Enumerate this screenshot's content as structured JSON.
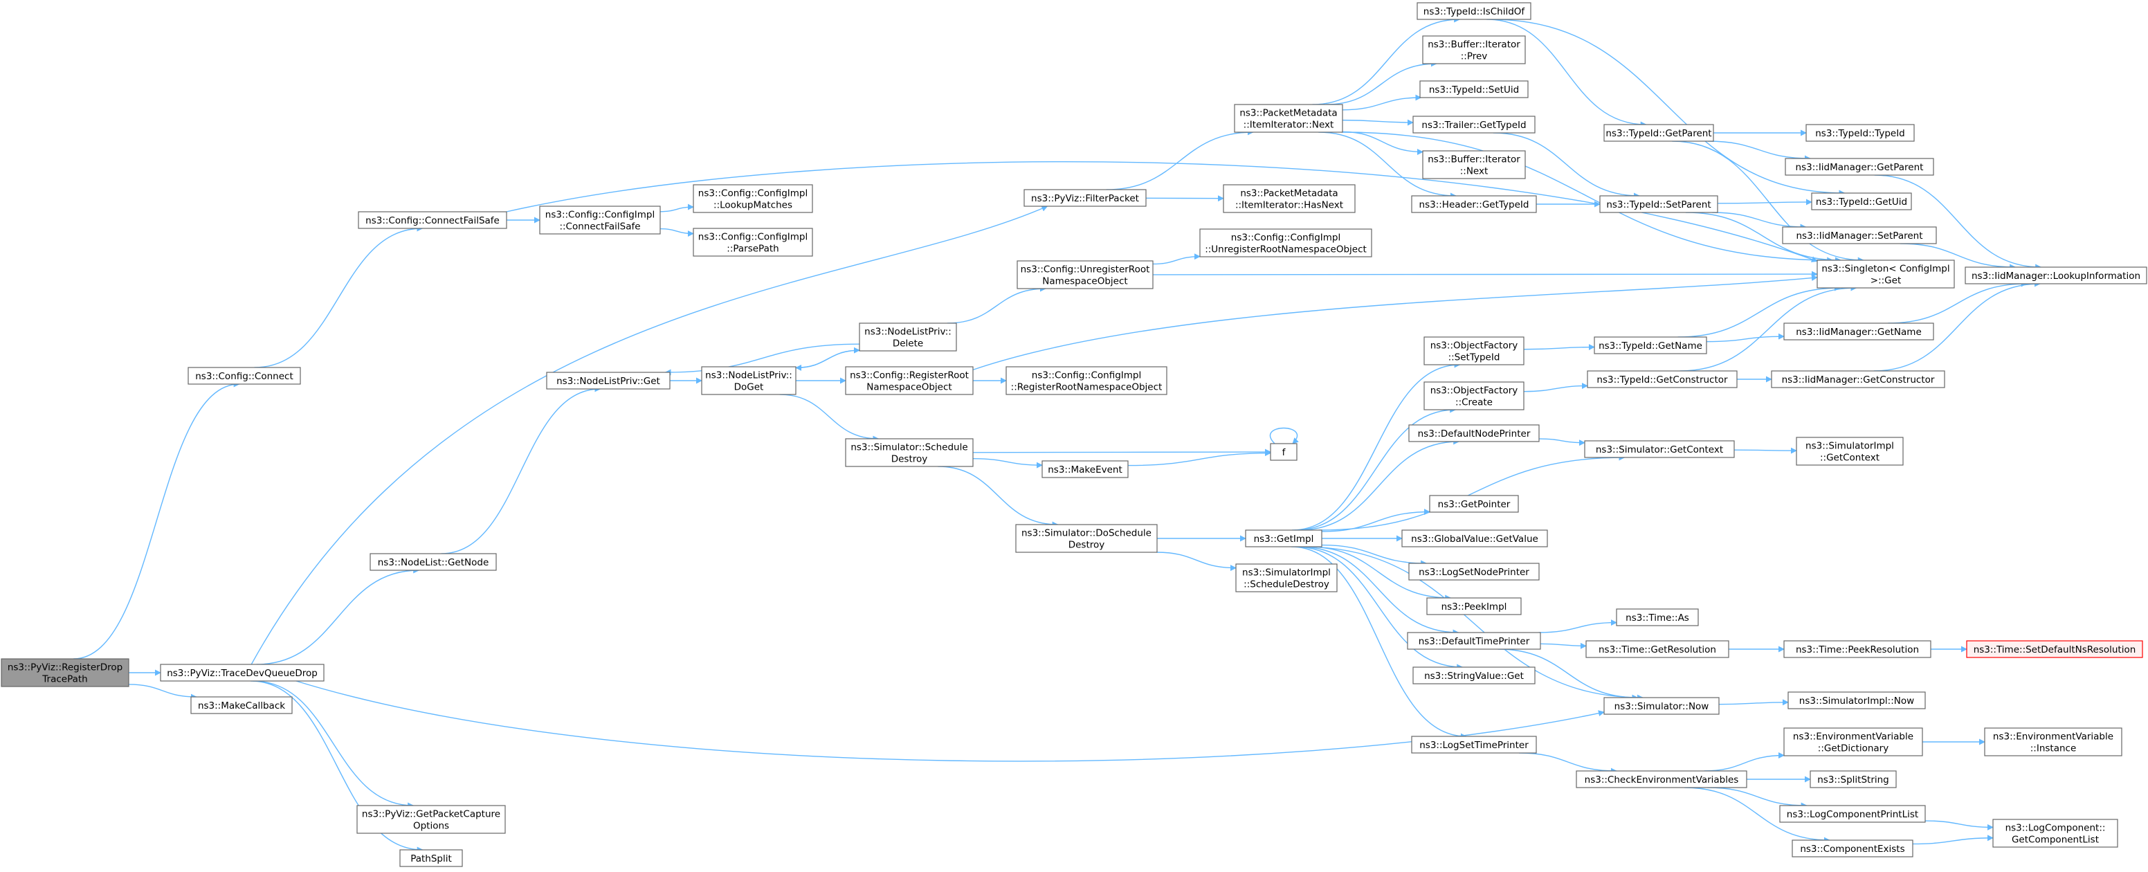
{
  "diagram": {
    "colors": {
      "node_fill": "#ffffff",
      "node_stroke": "#666666",
      "root_fill": "#999999",
      "root_stroke": "#666666",
      "alert_stroke": "#ff0000",
      "alert_fill": "#fff0f0",
      "edge": "#63b8ff"
    },
    "nodes": [
      {
        "id": "registerdrop",
        "lines": [
          "ns3::PyViz::RegisterDrop",
          "TracePath"
        ],
        "root": true
      },
      {
        "id": "config_connect",
        "lines": [
          "ns3::Config::Connect"
        ]
      },
      {
        "id": "connectfailsafe",
        "lines": [
          "ns3::Config::ConnectFailSafe"
        ]
      },
      {
        "id": "impl_connectfailsafe",
        "lines": [
          "ns3::Config::ConfigImpl",
          "::ConnectFailSafe"
        ]
      },
      {
        "id": "impl_lookupmatches",
        "lines": [
          "ns3::Config::ConfigImpl",
          "::LookupMatches"
        ]
      },
      {
        "id": "impl_parsepath",
        "lines": [
          "ns3::Config::ConfigImpl",
          "::ParsePath"
        ]
      },
      {
        "id": "tracedevqueuedrop",
        "lines": [
          "ns3::PyViz::TraceDevQueueDrop"
        ]
      },
      {
        "id": "makecallback",
        "lines": [
          "ns3::MakeCallback"
        ]
      },
      {
        "id": "nodelist_getnode",
        "lines": [
          "ns3::NodeList::GetNode"
        ]
      },
      {
        "id": "nodelistpriv_get",
        "lines": [
          "ns3::NodeListPriv::Get"
        ]
      },
      {
        "id": "nodelistpriv_doget",
        "lines": [
          "ns3::NodeListPriv::",
          "DoGet"
        ]
      },
      {
        "id": "nodelistpriv_delete",
        "lines": [
          "ns3::NodeListPriv::",
          "Delete"
        ]
      },
      {
        "id": "filterpacket",
        "lines": [
          "ns3::PyViz::FilterPacket"
        ]
      },
      {
        "id": "unregisterroot",
        "lines": [
          "ns3::Config::UnregisterRoot",
          "NamespaceObject"
        ]
      },
      {
        "id": "registerroot",
        "lines": [
          "ns3::Config::RegisterRoot",
          "NamespaceObject"
        ]
      },
      {
        "id": "impl_registerroot",
        "lines": [
          "ns3::Config::ConfigImpl",
          "::RegisterRootNamespaceObject"
        ]
      },
      {
        "id": "impl_unregisterroot",
        "lines": [
          "ns3::Config::ConfigImpl",
          "::UnregisterRootNamespaceObject"
        ]
      },
      {
        "id": "scheduledestroy",
        "lines": [
          "ns3::Simulator::Schedule",
          "Destroy"
        ]
      },
      {
        "id": "makeevent",
        "lines": [
          "ns3::MakeEvent"
        ]
      },
      {
        "id": "f",
        "lines": [
          "f"
        ]
      },
      {
        "id": "doscheduledestroy",
        "lines": [
          "ns3::Simulator::DoSchedule",
          "Destroy"
        ]
      },
      {
        "id": "getimpl",
        "lines": [
          "ns3::GetImpl"
        ]
      },
      {
        "id": "simimpl_scheduledestroy",
        "lines": [
          "ns3::SimulatorImpl",
          "::ScheduleDestroy"
        ]
      },
      {
        "id": "getpacketcapture",
        "lines": [
          "ns3::PyViz::GetPacketCapture",
          "Options"
        ]
      },
      {
        "id": "pathsplit",
        "lines": [
          "PathSplit"
        ]
      },
      {
        "id": "itemiterator_next",
        "lines": [
          "ns3::PacketMetadata",
          "::ItemIterator::Next"
        ]
      },
      {
        "id": "itemiterator_hasnext",
        "lines": [
          "ns3::PacketMetadata",
          "::ItemIterator::HasNext"
        ]
      },
      {
        "id": "typeid_ischildof",
        "lines": [
          "ns3::TypeId::IsChildOf"
        ]
      },
      {
        "id": "buffer_prev",
        "lines": [
          "ns3::Buffer::Iterator",
          "::Prev"
        ]
      },
      {
        "id": "typeid_setuid",
        "lines": [
          "ns3::TypeId::SetUid"
        ]
      },
      {
        "id": "trailer_gettypeid",
        "lines": [
          "ns3::Trailer::GetTypeId"
        ]
      },
      {
        "id": "buffer_next",
        "lines": [
          "ns3::Buffer::Iterator",
          "::Next"
        ]
      },
      {
        "id": "header_gettypeid",
        "lines": [
          "ns3::Header::GetTypeId"
        ]
      },
      {
        "id": "typeid_getparent",
        "lines": [
          "ns3::TypeId::GetParent"
        ]
      },
      {
        "id": "typeid_setparent",
        "lines": [
          "ns3::TypeId::SetParent"
        ]
      },
      {
        "id": "typeid_typeid",
        "lines": [
          "ns3::TypeId::TypeId"
        ]
      },
      {
        "id": "iid_getparent",
        "lines": [
          "ns3::IidManager::GetParent"
        ]
      },
      {
        "id": "typeid_getuid",
        "lines": [
          "ns3::TypeId::GetUid"
        ]
      },
      {
        "id": "iid_setparent",
        "lines": [
          "ns3::IidManager::SetParent"
        ]
      },
      {
        "id": "singleton_get",
        "lines": [
          "ns3::Singleton< ConfigImpl",
          " >::Get"
        ]
      },
      {
        "id": "iid_lookupinfo",
        "lines": [
          "ns3::IidManager::LookupInformation"
        ]
      },
      {
        "id": "objfactory_settypeid",
        "lines": [
          "ns3::ObjectFactory",
          "::SetTypeId"
        ]
      },
      {
        "id": "typeid_getname",
        "lines": [
          "ns3::TypeId::GetName"
        ]
      },
      {
        "id": "iid_getname",
        "lines": [
          "ns3::IidManager::GetName"
        ]
      },
      {
        "id": "objfactory_create",
        "lines": [
          "ns3::ObjectFactory",
          "::Create"
        ]
      },
      {
        "id": "typeid_getconstructor",
        "lines": [
          "ns3::TypeId::GetConstructor"
        ]
      },
      {
        "id": "iid_getconstructor",
        "lines": [
          "ns3::IidManager::GetConstructor"
        ]
      },
      {
        "id": "defaultnodeprinter",
        "lines": [
          "ns3::DefaultNodePrinter"
        ]
      },
      {
        "id": "sim_getcontext",
        "lines": [
          "ns3::Simulator::GetContext"
        ]
      },
      {
        "id": "simimpl_getcontext",
        "lines": [
          "ns3::SimulatorImpl",
          "::GetContext"
        ]
      },
      {
        "id": "getpointer",
        "lines": [
          "ns3::GetPointer"
        ]
      },
      {
        "id": "globalvalue_getvalue",
        "lines": [
          "ns3::GlobalValue::GetValue"
        ]
      },
      {
        "id": "logsetnodeprinter",
        "lines": [
          "ns3::LogSetNodePrinter"
        ]
      },
      {
        "id": "peekimpl",
        "lines": [
          "ns3::PeekImpl"
        ]
      },
      {
        "id": "defaulttimeprinter",
        "lines": [
          "ns3::DefaultTimePrinter"
        ]
      },
      {
        "id": "time_as",
        "lines": [
          "ns3::Time::As"
        ]
      },
      {
        "id": "time_getresolution",
        "lines": [
          "ns3::Time::GetResolution"
        ]
      },
      {
        "id": "time_peekresolution",
        "lines": [
          "ns3::Time::PeekResolution"
        ]
      },
      {
        "id": "time_setdefaultns",
        "lines": [
          "ns3::Time::SetDefaultNsResolution"
        ],
        "alert": true
      },
      {
        "id": "stringvalue_get",
        "lines": [
          "ns3::StringValue::Get"
        ]
      },
      {
        "id": "sim_now",
        "lines": [
          "ns3::Simulator::Now"
        ]
      },
      {
        "id": "simimpl_now",
        "lines": [
          "ns3::SimulatorImpl::Now"
        ]
      },
      {
        "id": "logsettimeprinter",
        "lines": [
          "ns3::LogSetTimePrinter"
        ]
      },
      {
        "id": "checkenvvars",
        "lines": [
          "ns3::CheckEnvironmentVariables"
        ]
      },
      {
        "id": "envvar_getdictionary",
        "lines": [
          "ns3::EnvironmentVariable",
          "::GetDictionary"
        ]
      },
      {
        "id": "envvar_instance",
        "lines": [
          "ns3::EnvironmentVariable",
          "::Instance"
        ]
      },
      {
        "id": "splitstring",
        "lines": [
          "ns3::SplitString"
        ]
      },
      {
        "id": "logcomp_printlist",
        "lines": [
          "ns3::LogComponentPrintList"
        ]
      },
      {
        "id": "logcomp_getlist",
        "lines": [
          "ns3::LogComponent::",
          "GetComponentList"
        ]
      },
      {
        "id": "componentexists",
        "lines": [
          "ns3::ComponentExists"
        ]
      }
    ]
  }
}
